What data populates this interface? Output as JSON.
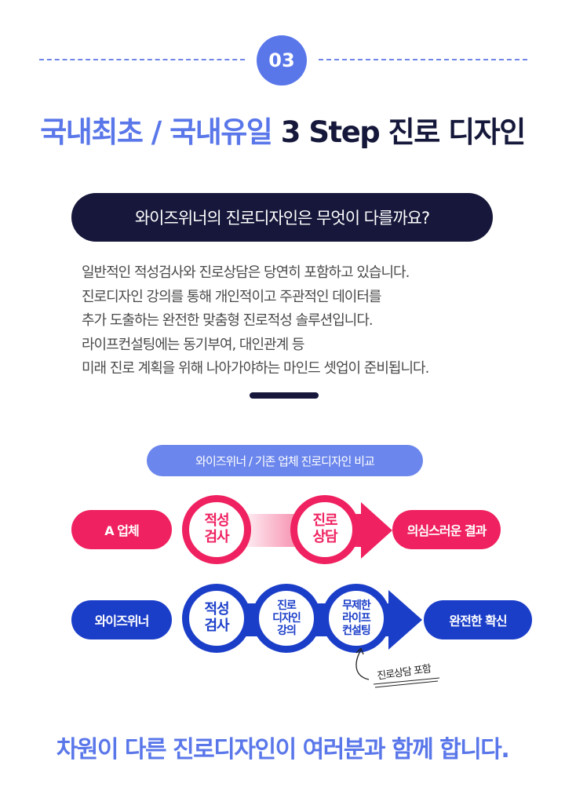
{
  "section": {
    "number": "03"
  },
  "headline": {
    "accent": "국내최초 / 국내유일",
    "dark": "3 Step 진로 디자인"
  },
  "question": "와이즈위너의 진로디자인은 무엇이 다를까요?",
  "body_lines": [
    "일반적인 적성검사와 진로상담은 당연히 포함하고 있습니다.",
    "진로디자인 강의를 통해 개인적이고 주관적인 데이터를",
    "추가 도출하는  완전한 맞춤형 진로적성 솔루션입니다.",
    "라이프컨설팅에는 동기부여, 대인관계 등",
    "미래 진로 계획을 위해 나아가야하는 마인드 셋업이 준비됩니다."
  ],
  "comparison": {
    "title": "와이즈위너 / 기존 업체 진로디자인 비교",
    "row_a": {
      "label": "A 업체",
      "steps": [
        "적성\n검사",
        "진로\n상담"
      ],
      "result": "의심스러운 결과"
    },
    "row_b": {
      "label": "와이즈위너",
      "steps": [
        "적성\n검사",
        "진로\n디자인\n강의",
        "무제한\n라이프\n컨설팅"
      ],
      "result": "완전한 확신",
      "note": "진로상담 포함"
    },
    "colors": {
      "red": "#ef2160",
      "blue": "#1b3ec9",
      "accent": "#5a77ea",
      "navy": "#16173a"
    }
  },
  "footer": "차원이 다른 진로디자인이 여러분과 함께 합니다."
}
